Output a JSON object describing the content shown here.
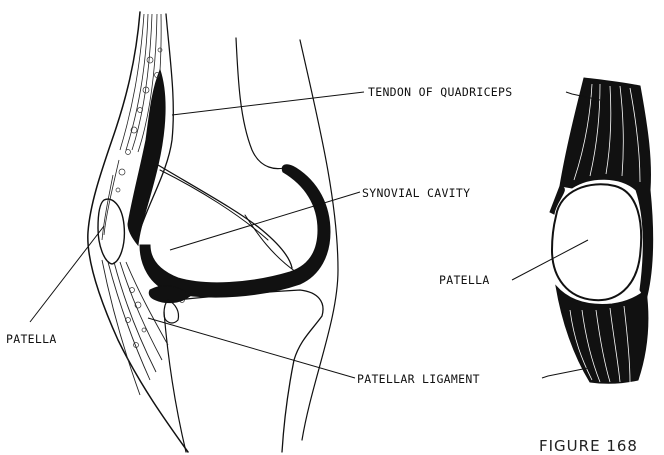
{
  "labels": {
    "tendon": "TENDON OF QUADRICEPS",
    "synovial": "SYNOVIAL CAVITY",
    "patella_left": "PATELLA",
    "patella_right": "PATELLA",
    "ligament": "PATELLAR LIGAMENT"
  },
  "caption": "FIGURE 168"
}
